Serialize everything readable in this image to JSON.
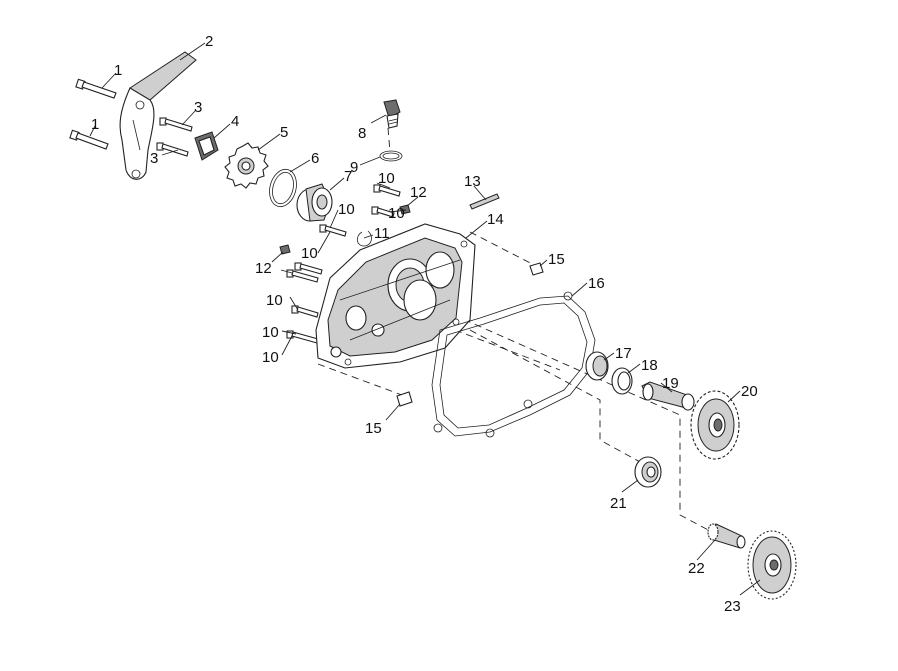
{
  "callouts": [
    {
      "id": "c1a",
      "label": "1"
    },
    {
      "id": "c1b",
      "label": "1"
    },
    {
      "id": "c2",
      "label": "2"
    },
    {
      "id": "c3a",
      "label": "3"
    },
    {
      "id": "c3b",
      "label": "3"
    },
    {
      "id": "c4",
      "label": "4"
    },
    {
      "id": "c5",
      "label": "5"
    },
    {
      "id": "c6",
      "label": "6"
    },
    {
      "id": "c7",
      "label": "7"
    },
    {
      "id": "c8",
      "label": "8"
    },
    {
      "id": "c9",
      "label": "9"
    },
    {
      "id": "c10a",
      "label": "10"
    },
    {
      "id": "c10b",
      "label": "10"
    },
    {
      "id": "c10c",
      "label": "10"
    },
    {
      "id": "c10d",
      "label": "10"
    },
    {
      "id": "c10e",
      "label": "10"
    },
    {
      "id": "c10f",
      "label": "10"
    },
    {
      "id": "c10g",
      "label": "10"
    },
    {
      "id": "c11",
      "label": "11"
    },
    {
      "id": "c12a",
      "label": "12"
    },
    {
      "id": "c12b",
      "label": "12"
    },
    {
      "id": "c13",
      "label": "13"
    },
    {
      "id": "c14",
      "label": "14"
    },
    {
      "id": "c15a",
      "label": "15"
    },
    {
      "id": "c15b",
      "label": "15"
    },
    {
      "id": "c16",
      "label": "16"
    },
    {
      "id": "c17",
      "label": "17"
    },
    {
      "id": "c18",
      "label": "18"
    },
    {
      "id": "c19",
      "label": "19"
    },
    {
      "id": "c20",
      "label": "20"
    },
    {
      "id": "c21",
      "label": "21"
    },
    {
      "id": "c22",
      "label": "22"
    },
    {
      "id": "c23",
      "label": "23"
    }
  ]
}
